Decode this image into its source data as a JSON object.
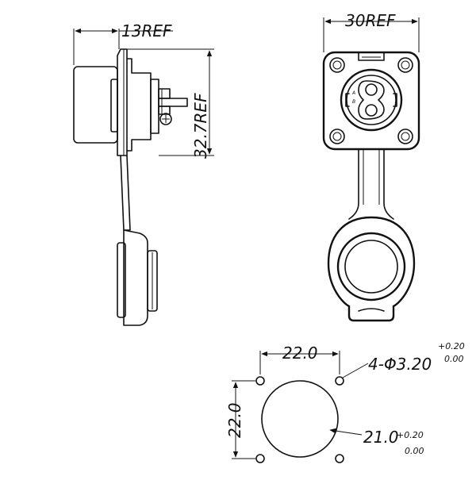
{
  "side_view": {
    "width_label": "13REF",
    "height_label": "32.7REF"
  },
  "front_view": {
    "width_label": "30REF",
    "pin_marks": [
      "A",
      "B"
    ]
  },
  "panel_cutout": {
    "hole_spacing_x_label": "22.0",
    "hole_spacing_y_label": "22.0",
    "hole_label_main": "4-Φ3.20",
    "hole_tol_upper": "+0.20",
    "hole_tol_lower": "0.00",
    "center_label_main": "21.0",
    "center_tol_upper": "+0.20",
    "center_tol_lower": "0.00"
  }
}
